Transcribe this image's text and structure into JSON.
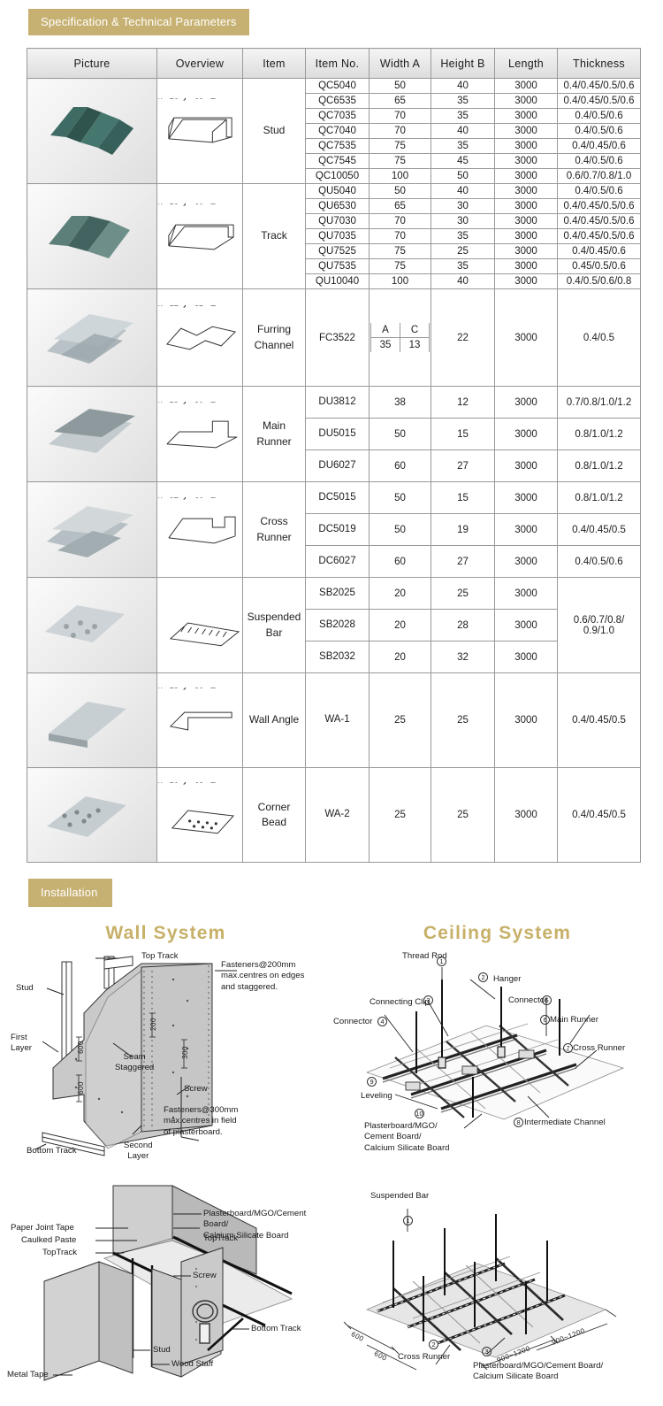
{
  "sections": {
    "spec_banner": "Specification & Technical Parameters",
    "installation_banner": "Installation"
  },
  "colors": {
    "banner_gold": "#c7b172",
    "title_gold": "#c7b068",
    "table_border": "#9a9a9a"
  },
  "spec_table": {
    "headers": [
      "Picture",
      "Overview",
      "Item",
      "Item No.",
      "Width A",
      "Height B",
      "Length",
      "Thickness"
    ],
    "groups": [
      {
        "item": "Stud",
        "rows": [
          {
            "no": "QC5040",
            "width": "50",
            "height": "40",
            "length": "3000",
            "thickness": "0.4/0.45/0.5/0.6"
          },
          {
            "no": "QC6535",
            "width": "65",
            "height": "35",
            "length": "3000",
            "thickness": "0.4/0.45/0.5/0.6"
          },
          {
            "no": "QC7035",
            "width": "70",
            "height": "35",
            "length": "3000",
            "thickness": "0.4/0.5/0.6"
          },
          {
            "no": "QC7040",
            "width": "70",
            "height": "40",
            "length": "3000",
            "thickness": "0.4/0.5/0.6"
          },
          {
            "no": "QC7535",
            "width": "75",
            "height": "35",
            "length": "3000",
            "thickness": "0.4/0.45/0.6"
          },
          {
            "no": "QC7545",
            "width": "75",
            "height": "45",
            "length": "3000",
            "thickness": "0.4/0.5/0.6"
          },
          {
            "no": "QC10050",
            "width": "100",
            "height": "50",
            "length": "3000",
            "thickness": "0.6/0.7/0.8/1.0"
          }
        ]
      },
      {
        "item": "Track",
        "rows": [
          {
            "no": "QU5040",
            "width": "50",
            "height": "40",
            "length": "3000",
            "thickness": "0.4/0.5/0.6"
          },
          {
            "no": "QU6530",
            "width": "65",
            "height": "30",
            "length": "3000",
            "thickness": "0.4/0.45/0.5/0.6"
          },
          {
            "no": "QU7030",
            "width": "70",
            "height": "30",
            "length": "3000",
            "thickness": "0.4/0.45/0.5/0.6"
          },
          {
            "no": "QU7035",
            "width": "70",
            "height": "35",
            "length": "3000",
            "thickness": "0.4/0.45/0.5/0.6"
          },
          {
            "no": "QU7525",
            "width": "75",
            "height": "25",
            "length": "3000",
            "thickness": "0.4/0.45/0.6"
          },
          {
            "no": "QU7535",
            "width": "75",
            "height": "35",
            "length": "3000",
            "thickness": "0.45/0.5/0.6"
          },
          {
            "no": "QU10040",
            "width": "100",
            "height": "40",
            "length": "3000",
            "thickness": "0.4/0.5/0.6/0.8"
          }
        ]
      },
      {
        "item": "Furring Channel",
        "special": "furring",
        "furring": {
          "no": "FC3522",
          "sub_headers": [
            "A",
            "C"
          ],
          "sub_values": [
            "35",
            "13"
          ],
          "height": "22",
          "length": "3000",
          "thickness": "0.4/0.5"
        }
      },
      {
        "item": "Main Runner",
        "rows": [
          {
            "no": "DU3812",
            "width": "38",
            "height": "12",
            "length": "3000",
            "thickness": "0.7/0.8/1.0/1.2"
          },
          {
            "no": "DU5015",
            "width": "50",
            "height": "15",
            "length": "3000",
            "thickness": "0.8/1.0/1.2"
          },
          {
            "no": "DU6027",
            "width": "60",
            "height": "27",
            "length": "3000",
            "thickness": "0.8/1.0/1.2"
          }
        ]
      },
      {
        "item": "Cross Runner",
        "rows": [
          {
            "no": "DC5015",
            "width": "50",
            "height": "15",
            "length": "3000",
            "thickness": "0.8/1.0/1.2"
          },
          {
            "no": "DC5019",
            "width": "50",
            "height": "19",
            "length": "3000",
            "thickness": "0.4/0.45/0.5"
          },
          {
            "no": "DC6027",
            "width": "60",
            "height": "27",
            "length": "3000",
            "thickness": "0.4/0.5/0.6"
          }
        ]
      },
      {
        "item": "Suspended Bar",
        "merged_thickness": "0.6/0.7/0.8/\n0.9/1.0",
        "rows": [
          {
            "no": "SB2025",
            "width": "20",
            "height": "25",
            "length": "3000"
          },
          {
            "no": "SB2028",
            "width": "20",
            "height": "28",
            "length": "3000"
          },
          {
            "no": "SB2032",
            "width": "20",
            "height": "32",
            "length": "3000"
          }
        ]
      },
      {
        "item": "Wall Angle",
        "rows": [
          {
            "no": "WA-1",
            "width": "25",
            "height": "25",
            "length": "3000",
            "thickness": "0.4/0.45/0.5"
          }
        ]
      },
      {
        "item": "Corner Bead",
        "rows": [
          {
            "no": "WA-2",
            "width": "25",
            "height": "25",
            "length": "3000",
            "thickness": "0.4/0.45/0.5"
          }
        ]
      }
    ]
  },
  "installation": {
    "wall_system_title": "Wall System",
    "ceiling_system_title": "Ceiling System",
    "wall_upper_labels": {
      "top_track": "Top Track",
      "stud": "Stud",
      "first_layer": "First\nLayer",
      "seam_staggered": "Seam\nStaggered",
      "screw": "Screw",
      "bottom_track": "Bottom Track",
      "second_layer": "Second\nLayer",
      "fasteners_200": "Fasteners@200mm\nmax.centres on edges\nand staggered.",
      "fasteners_300": "Fasteners@300mm\nmax.centres in field\nof plasterboard.",
      "dim_600_a": "600",
      "dim_600_b": "600",
      "dim_200": "200",
      "dim_300": "300"
    },
    "ceiling_upper_labels": {
      "thread_rod": "Thread Rod",
      "hanger": "Hanger",
      "connecting_clip": "Connecting Clip",
      "connector_left": "Connector",
      "connector_right": "Connector",
      "main_runner": "Main Runner",
      "cross_runner": "Cross Runner",
      "intermediate_channel": "Intermediate Channel",
      "leveling": "Leveling",
      "board": "Plasterboard/MGO/\nCement Board/\nCalcium Silicate Board"
    },
    "ceiling_upper_callouts": [
      "1",
      "2",
      "3",
      "4",
      "5",
      "6",
      "7",
      "8",
      "9",
      "10"
    ],
    "wall_lower_labels": {
      "paper_joint_tape": "Paper Joint Tape",
      "caulked_paste": "Caulked Paste",
      "top_track_left": "TopTrack",
      "top_track_right": "TopTrack",
      "screw": "Screw",
      "board": "Plasterboard/MGO/Cement Board/\nCalcium Silicate Board",
      "stud": "Stud",
      "wood_staff": "Wood Staff",
      "metal_tape": "Metal Tape",
      "bottom_track": "Bottom Track"
    },
    "ceiling_lower_labels": {
      "suspended_bar": "Suspended Bar",
      "cross_runner": "Cross Runner",
      "board": "Plasterboard/MGO/Cement Board/\nCalcium Silicate Board",
      "dim_600_a": "600",
      "dim_600_b": "600",
      "dim_900_a": "900~1200",
      "dim_900_b": "900~1200"
    },
    "ceiling_lower_callouts": [
      "1",
      "2",
      "3"
    ]
  }
}
